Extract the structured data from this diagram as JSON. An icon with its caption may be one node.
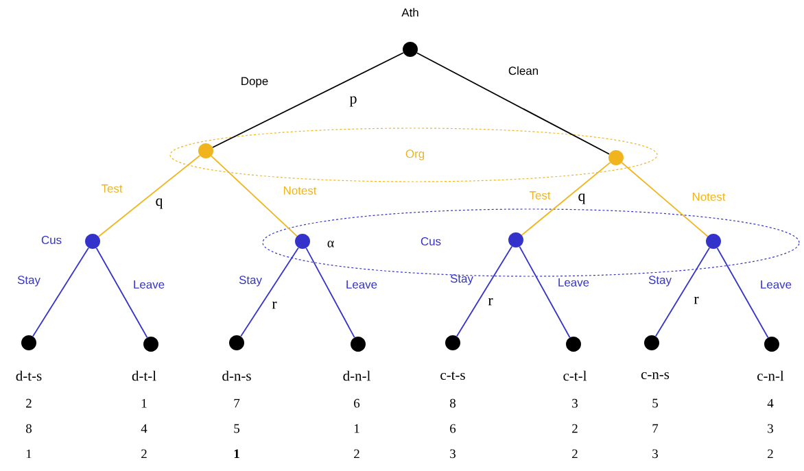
{
  "diagram": {
    "nodes": [
      {
        "text": [
          "Ath"
        ]
      },
      {
        "text": [
          "Org"
        ]
      },
      {
        "text": [],
        "shape": "circle",
        "in": 1
      },
      {
        "text": [],
        "shape": "circle",
        "in": 1
      },
      {
        "text": [
          "Cus"
        ]
      },
      {
        "text": [],
        "shape": "circle",
        "beside": [
          "Cus"
        ]
      },
      {
        "text": [],
        "shape": "circle",
        "in": 4,
        "beside": [
          "α"
        ]
      },
      {
        "text": [],
        "shape": "circle",
        "in": 4
      },
      {
        "text": [],
        "shape": "circle",
        "in": 4
      },
      {
        "text": [
          "d-t-s"
        ],
        "beside": [
          "2 8 1"
        ]
      },
      {
        "text": [
          "d-t-l"
        ],
        "beside": [
          "1 4 2"
        ]
      },
      {
        "text": [
          "d-n-s"
        ],
        "beside": [
          "7 5 **1**"
        ]
      },
      {
        "text": [
          "d-n-l"
        ],
        "beside": [
          "6 1 2"
        ]
      },
      {
        "text": [
          "c-t-s"
        ],
        "beside": [
          "8 6 3"
        ]
      },
      {
        "text": [
          "c-t-l"
        ],
        "beside": [
          "3 2 2"
        ]
      },
      {
        "text": [
          "c-n-s"
        ],
        "beside": [
          "5 7 3"
        ]
      },
      {
        "text": [
          "c-n-l"
        ],
        "beside": [
          "4 3 2"
        ]
      }
    ],
    "edges": [
      {
        "from": 0,
        "to": 2,
        "arrow": "none",
        "label": "Dope",
        "color": "#000000"
      },
      {
        "from": 0,
        "to": 3,
        "arrow": "none",
        "label": "Clean",
        "color": "#000000"
      },
      {
        "from": 2,
        "to": 5,
        "arrow": "none",
        "label": "Test",
        "color": "#f0b41c"
      },
      {
        "from": 2,
        "to": 6,
        "arrow": "none",
        "label": "Notest",
        "color": "#f0b41c"
      },
      {
        "from": 3,
        "to": 7,
        "arrow": "none",
        "label": "Test",
        "color": "#f0b41c"
      },
      {
        "from": 3,
        "to": 8,
        "arrow": "none",
        "label": "Notest",
        "color": "#f0b41c"
      },
      {
        "from": 5,
        "to": 9,
        "arrow": "none",
        "label": "Stay"
      },
      {
        "from": 5,
        "to": 10,
        "arrow": "none",
        "label": "Leave"
      },
      {
        "from": 6,
        "to": 11,
        "arrow": "none",
        "label": "Stay"
      },
      {
        "from": 6,
        "to": 12,
        "arrow": "none",
        "label": "Leave"
      },
      {
        "from": 7,
        "to": 13,
        "arrow": "none",
        "label": "Stay"
      },
      {
        "from": 7,
        "to": 14,
        "arrow": "none",
        "label": "Leave"
      },
      {
        "from": 8,
        "to": 15,
        "arrow": "none",
        "label": "Stay"
      },
      {
        "from": 8,
        "to": 16,
        "arrow": "none",
        "label": "Leave"
      }
    ],
    "labels": [
      "p",
      "q",
      "q",
      "r",
      "r",
      "r"
    ]
  }
}
